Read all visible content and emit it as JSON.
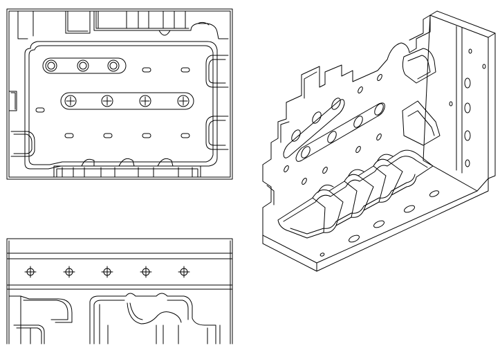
{
  "drawing": {
    "views": [
      {
        "id": "top-view"
      },
      {
        "id": "front-view"
      },
      {
        "id": "isometric-view"
      }
    ],
    "colors": {
      "background": "#ffffff",
      "line": "#000000"
    }
  }
}
